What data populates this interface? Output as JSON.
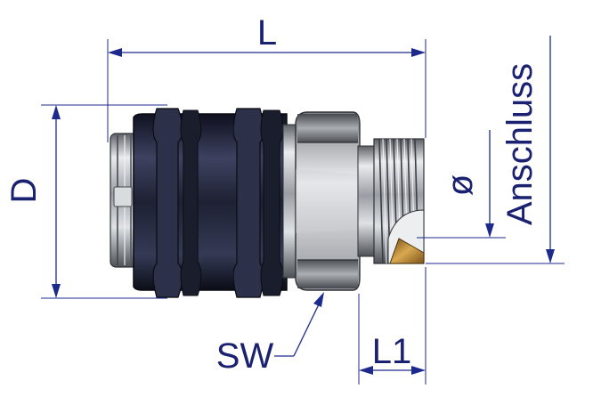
{
  "labels": {
    "length": "L",
    "diameter": "D",
    "connection": "Anschluss",
    "bore": "ø",
    "wrench_size": "SW",
    "thread_length": "L1"
  },
  "colors": {
    "dimension": "#1c2a8c",
    "sleeve": "#22253a",
    "steel": "#b8bcc2",
    "brass": "#a87a2c"
  }
}
